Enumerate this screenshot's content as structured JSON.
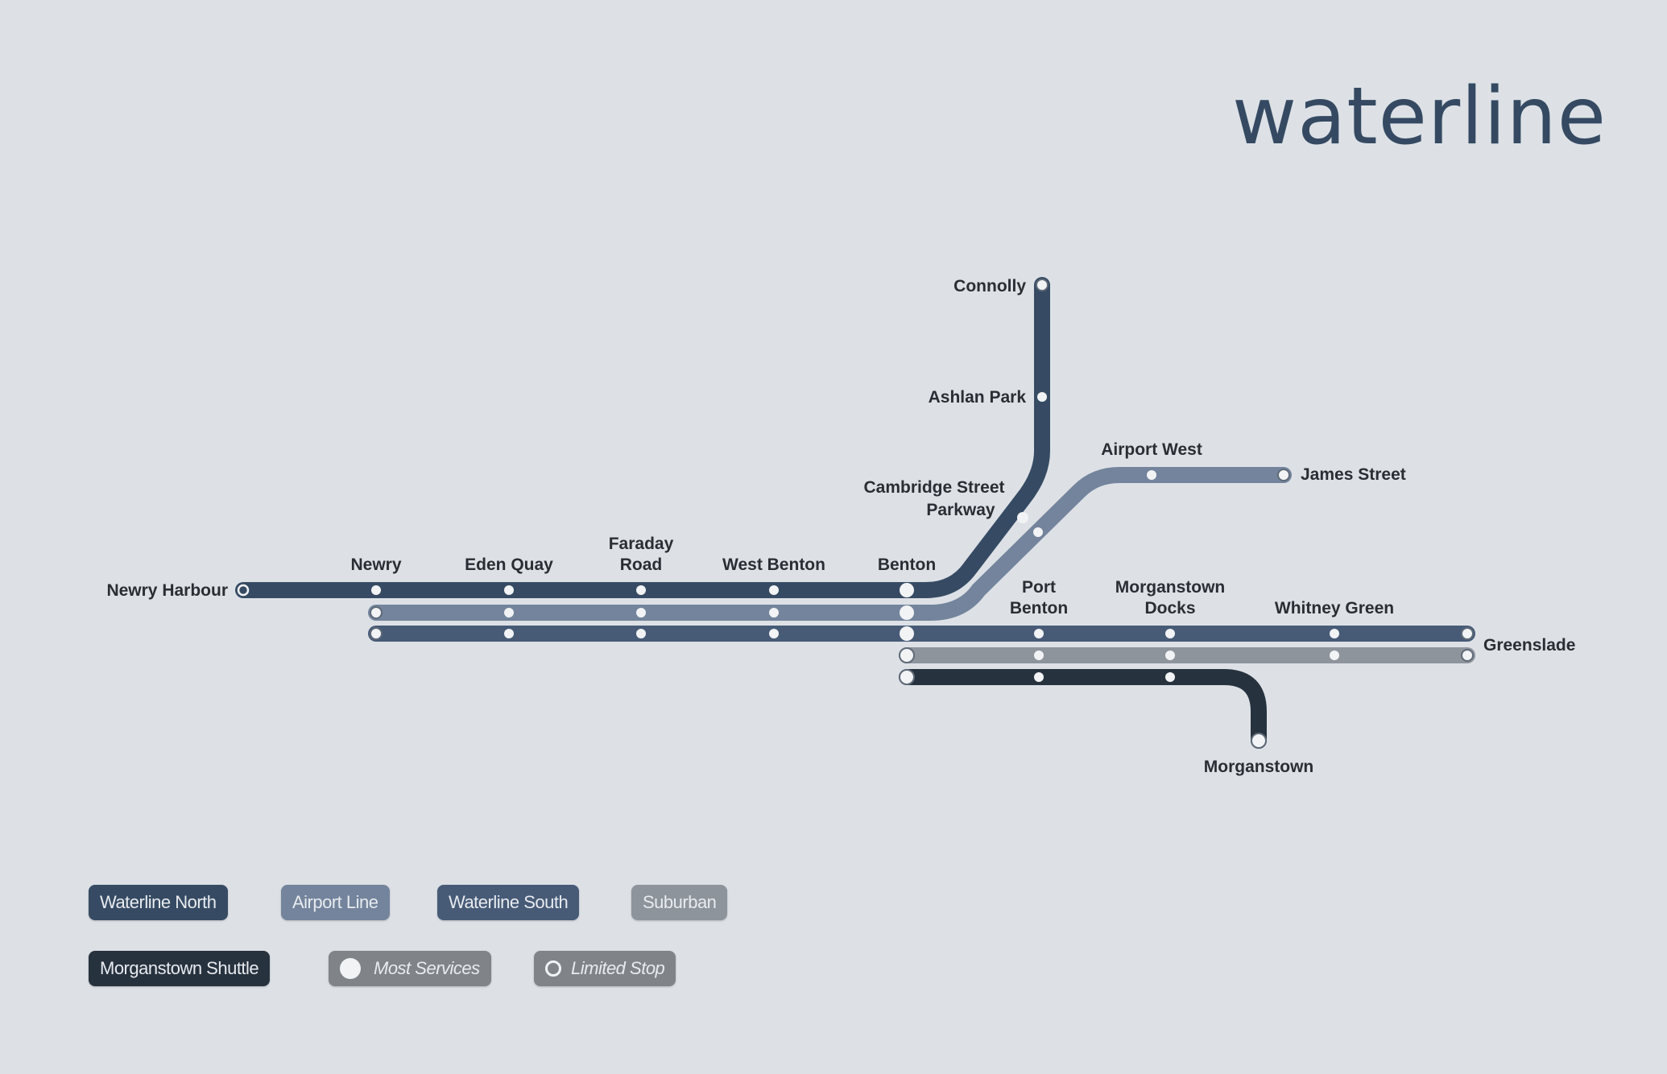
{
  "brand": {
    "title": "waterline"
  },
  "colors": {
    "background": "#dde1e6",
    "waterline_north": "#364b63",
    "airport_line": "#73849c",
    "waterline_south": "#475b77",
    "suburban": "#8e949c",
    "morganstown_shuttle": "#27323f",
    "station_fill": "#f2f3f5"
  },
  "stations": {
    "newry_harbour": "Newry Harbour",
    "newry": "Newry",
    "eden_quay": "Eden Quay",
    "faraday_road": [
      "Faraday",
      "Road"
    ],
    "west_benton": "West Benton",
    "benton": "Benton",
    "cambridge_street_parkway": [
      "Cambridge Street",
      "Parkway"
    ],
    "ashlan_park": "Ashlan Park",
    "connolly": "Connolly",
    "airport_west": "Airport West",
    "james_street": "James Street",
    "port_benton": [
      "Port",
      "Benton"
    ],
    "morganstown_docks": [
      "Morganstown",
      "Docks"
    ],
    "whitney_green": "Whitney Green",
    "greenslade": "Greenslade",
    "morganstown": "Morganstown"
  },
  "lines": [
    {
      "id": "waterline_north",
      "name": "Waterline North",
      "stops": [
        "Newry Harbour",
        "Newry",
        "Eden Quay",
        "Faraday Road",
        "West Benton",
        "Benton",
        "Cambridge Street Parkway",
        "Ashlan Park",
        "Connolly"
      ]
    },
    {
      "id": "airport_line",
      "name": "Airport Line",
      "stops": [
        "Newry",
        "Eden Quay",
        "Faraday Road",
        "West Benton",
        "Benton",
        "Cambridge Street Parkway",
        "Airport West",
        "James Street"
      ]
    },
    {
      "id": "waterline_south",
      "name": "Waterline South",
      "stops": [
        "Newry",
        "Eden Quay",
        "Faraday Road",
        "West Benton",
        "Benton",
        "Port Benton",
        "Morganstown Docks",
        "Whitney Green",
        "Greenslade"
      ]
    },
    {
      "id": "suburban",
      "name": "Suburban",
      "stops": [
        "Benton",
        "Port Benton",
        "Morganstown Docks",
        "Whitney Green",
        "Greenslade"
      ]
    },
    {
      "id": "morganstown_shuttle",
      "name": "Morganstown Shuttle",
      "stops": [
        "Benton",
        "Port Benton",
        "Morganstown Docks",
        "Morganstown"
      ]
    }
  ],
  "legend": {
    "waterline_north": "Waterline North",
    "airport_line": "Airport Line",
    "waterline_south": "Waterline South",
    "suburban": "Suburban",
    "morganstown_shuttle": "Morganstown Shuttle",
    "most_services": "Most Services",
    "limited_stop": "Limited Stop"
  }
}
